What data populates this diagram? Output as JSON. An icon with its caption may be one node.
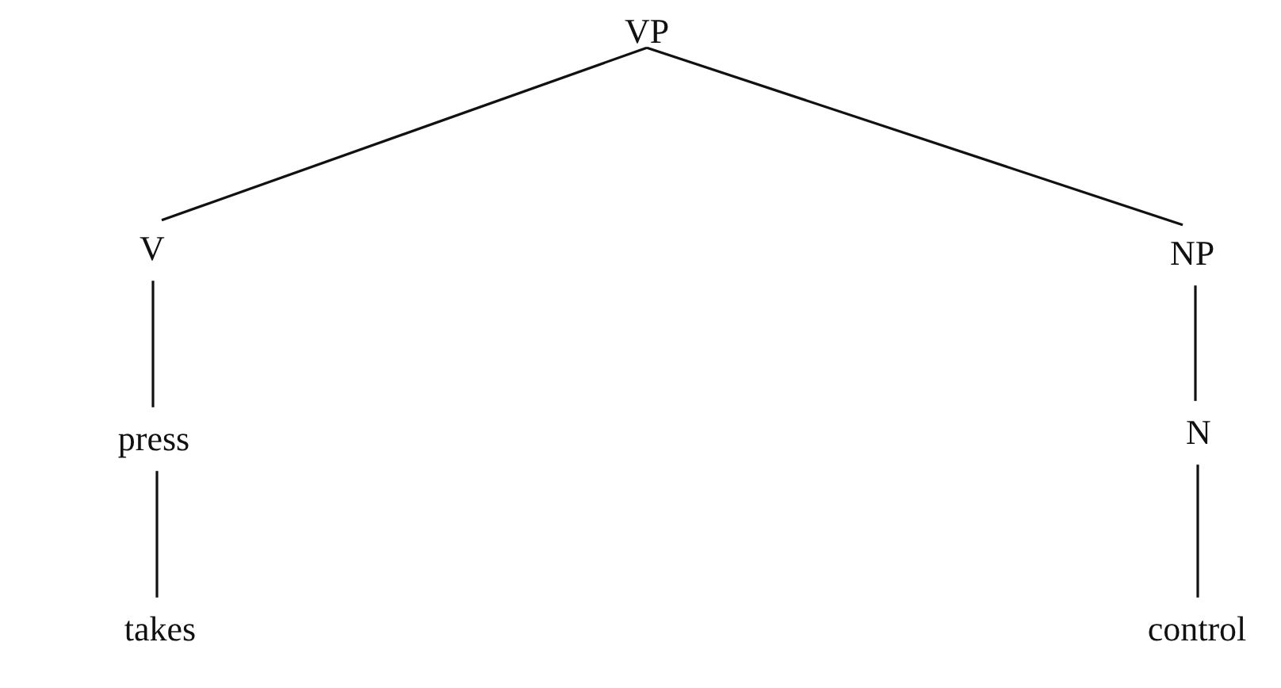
{
  "diagram": {
    "nodes": [
      {
        "text": [
          "VP"
        ]
      },
      {
        "text": [
          "V"
        ]
      },
      {
        "text": [
          "NP"
        ]
      },
      {
        "text": [
          "press"
        ]
      },
      {
        "text": [
          "N"
        ]
      },
      {
        "text": [
          "takes"
        ]
      },
      {
        "text": [
          "control"
        ]
      }
    ],
    "edges": [
      {
        "from": 0,
        "to": 1,
        "arrow": "none"
      },
      {
        "from": 0,
        "to": 2,
        "arrow": "none"
      },
      {
        "from": 1,
        "to": 3,
        "arrow": "none"
      },
      {
        "from": 2,
        "to": 4,
        "arrow": "none"
      },
      {
        "from": 3,
        "to": 5,
        "arrow": "none"
      },
      {
        "from": 4,
        "to": 6,
        "arrow": "none"
      }
    ]
  }
}
